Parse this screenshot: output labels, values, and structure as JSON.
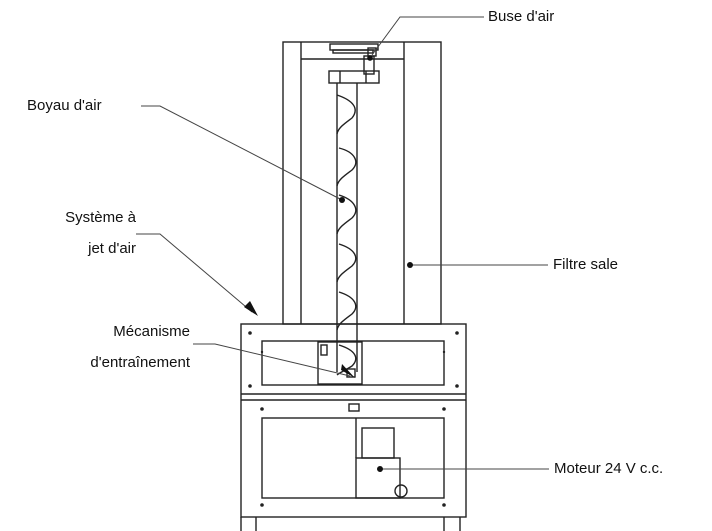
{
  "labels": {
    "buse": "Buse d'air",
    "boyau": "Boyau d'air",
    "systeme_l1": "Système à",
    "systeme_l2": "jet d'air",
    "filtre": "Filtre sale",
    "mecanisme_l1": "Mécanisme",
    "mecanisme_l2": "d'entraînement",
    "moteur": "Moteur 24 V c.c."
  },
  "colors": {
    "line": "#222222",
    "leader": "#444444",
    "text": "#111111"
  }
}
